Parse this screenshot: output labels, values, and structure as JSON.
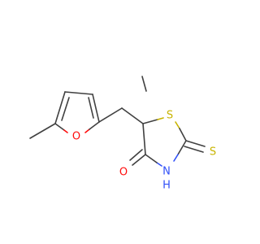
{
  "molecule": {
    "atoms": {
      "furan_o": {
        "symbol": "O",
        "color": "#ff0d0d"
      },
      "ring_s": {
        "symbol": "S",
        "color": "#c8b400"
      },
      "thione_s": {
        "symbol": "S",
        "color": "#c8b400"
      },
      "carbonyl_o": {
        "symbol": "O",
        "color": "#ff0d0d"
      },
      "nh": {
        "symbol": "H",
        "color": "#3050f8"
      },
      "n": {
        "symbol": "N",
        "color": "#3050f8"
      }
    },
    "bond_color": "#404040"
  }
}
